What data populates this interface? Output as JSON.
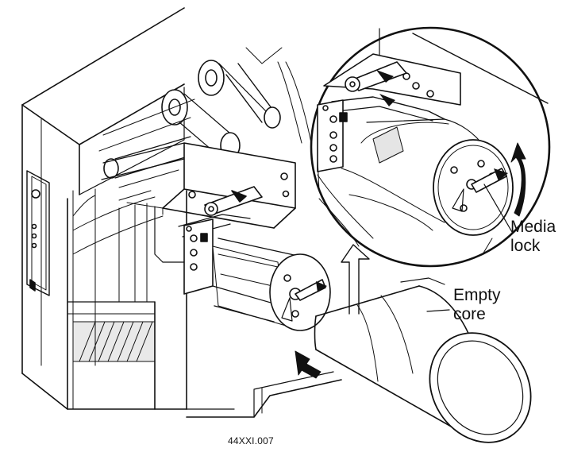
{
  "labels": {
    "media_lock_line1": "Media",
    "media_lock_line2": "lock",
    "empty_core_line1": "Empty",
    "empty_core_line2": "core",
    "figure_id": "44XXI.007"
  },
  "colors": {
    "line": "#111111",
    "paper": "#ffffff",
    "shade": "#bfbfbf",
    "dark": "#1a1a1a"
  }
}
